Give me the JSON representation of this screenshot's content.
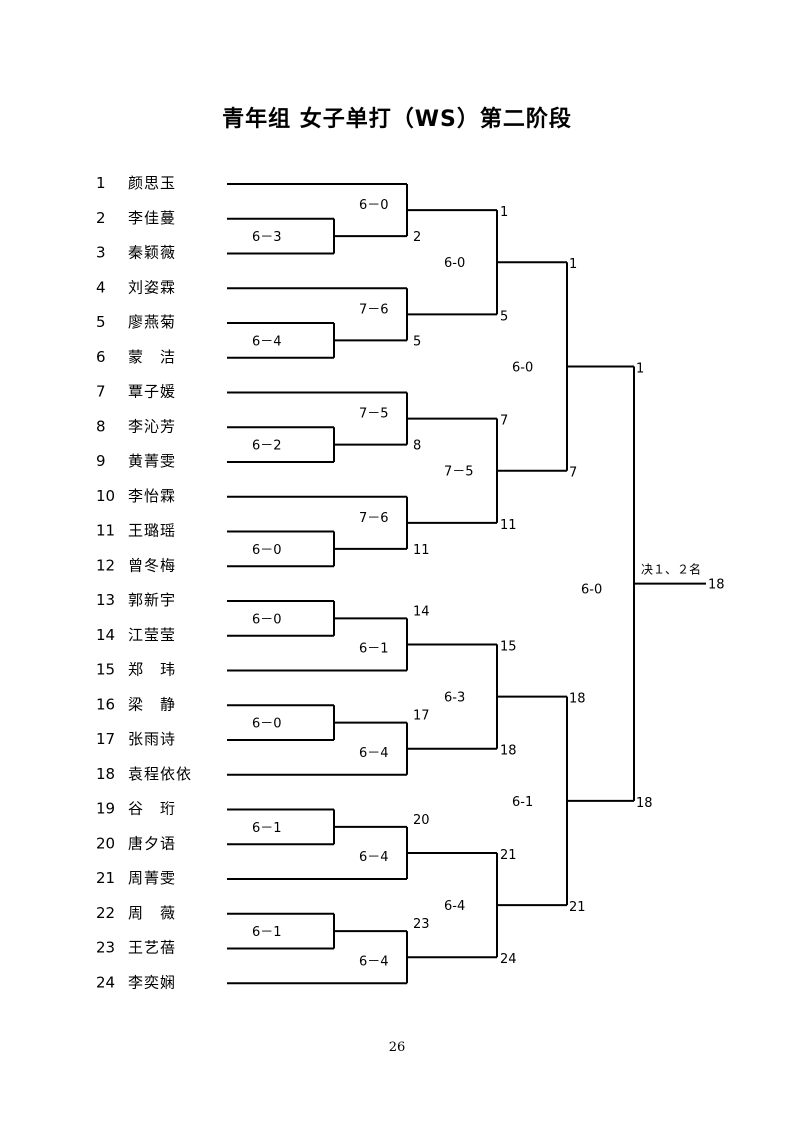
{
  "title": "青年组 女子单打（WS）第二阶段",
  "page_number": "26",
  "players": [
    {
      "seed": "1",
      "name": "颜思玉"
    },
    {
      "seed": "2",
      "name": "李佳蔓"
    },
    {
      "seed": "3",
      "name": "秦颖薇"
    },
    {
      "seed": "4",
      "name": "刘姿霖"
    },
    {
      "seed": "5",
      "name": "廖燕菊"
    },
    {
      "seed": "6",
      "name": "蒙　洁"
    },
    {
      "seed": "7",
      "name": "覃子媛"
    },
    {
      "seed": "8",
      "name": "李沁芳"
    },
    {
      "seed": "9",
      "name": "黄菁雯"
    },
    {
      "seed": "10",
      "name": "李怡霖"
    },
    {
      "seed": "11",
      "name": "王璐瑶"
    },
    {
      "seed": "12",
      "name": "曾冬梅"
    },
    {
      "seed": "13",
      "name": "郭新宇"
    },
    {
      "seed": "14",
      "name": "江莹莹"
    },
    {
      "seed": "15",
      "name": "郑　玮"
    },
    {
      "seed": "16",
      "name": "梁　静"
    },
    {
      "seed": "17",
      "name": "张雨诗"
    },
    {
      "seed": "18",
      "name": "袁程依依"
    },
    {
      "seed": "19",
      "name": "谷　珩"
    },
    {
      "seed": "20",
      "name": "唐夕语"
    },
    {
      "seed": "21",
      "name": "周菁雯"
    },
    {
      "seed": "22",
      "name": "周　薇"
    },
    {
      "seed": "23",
      "name": "王艺蓓"
    },
    {
      "seed": "24",
      "name": "李奕娴"
    }
  ],
  "round1": [
    {
      "score": "6－3",
      "winner": "2"
    },
    {
      "score": "6－4",
      "winner": "5"
    },
    {
      "score": "6－2",
      "winner": "8"
    },
    {
      "score": "6－0",
      "winner": "11"
    },
    {
      "score": "6－0",
      "winner": "14"
    },
    {
      "score": "6－0",
      "winner": "17"
    },
    {
      "score": "6－1",
      "winner": "20"
    },
    {
      "score": "6－1",
      "winner": "23"
    }
  ],
  "round2": [
    {
      "score": "6－0",
      "winner": "1"
    },
    {
      "score": "7－6",
      "winner": "5"
    },
    {
      "score": "7－5",
      "winner": "7"
    },
    {
      "score": "7－6",
      "winner": "11"
    },
    {
      "score": "6－1",
      "winner": "15"
    },
    {
      "score": "6－4",
      "winner": "18"
    },
    {
      "score": "6－4",
      "winner": "21"
    },
    {
      "score": "6－4",
      "winner": "24"
    }
  ],
  "round3": [
    {
      "score": "6-0",
      "winner": "1"
    },
    {
      "score": "7－5",
      "winner": "7"
    },
    {
      "score": "6-3",
      "winner": "18"
    },
    {
      "score": "6-4",
      "winner": "21"
    }
  ],
  "round4": [
    {
      "score": "6-0",
      "winner": "1"
    },
    {
      "score": "6-1",
      "winner": "18"
    }
  ],
  "final": {
    "score": "6-0",
    "winner": "18",
    "label": "决１、２名"
  }
}
